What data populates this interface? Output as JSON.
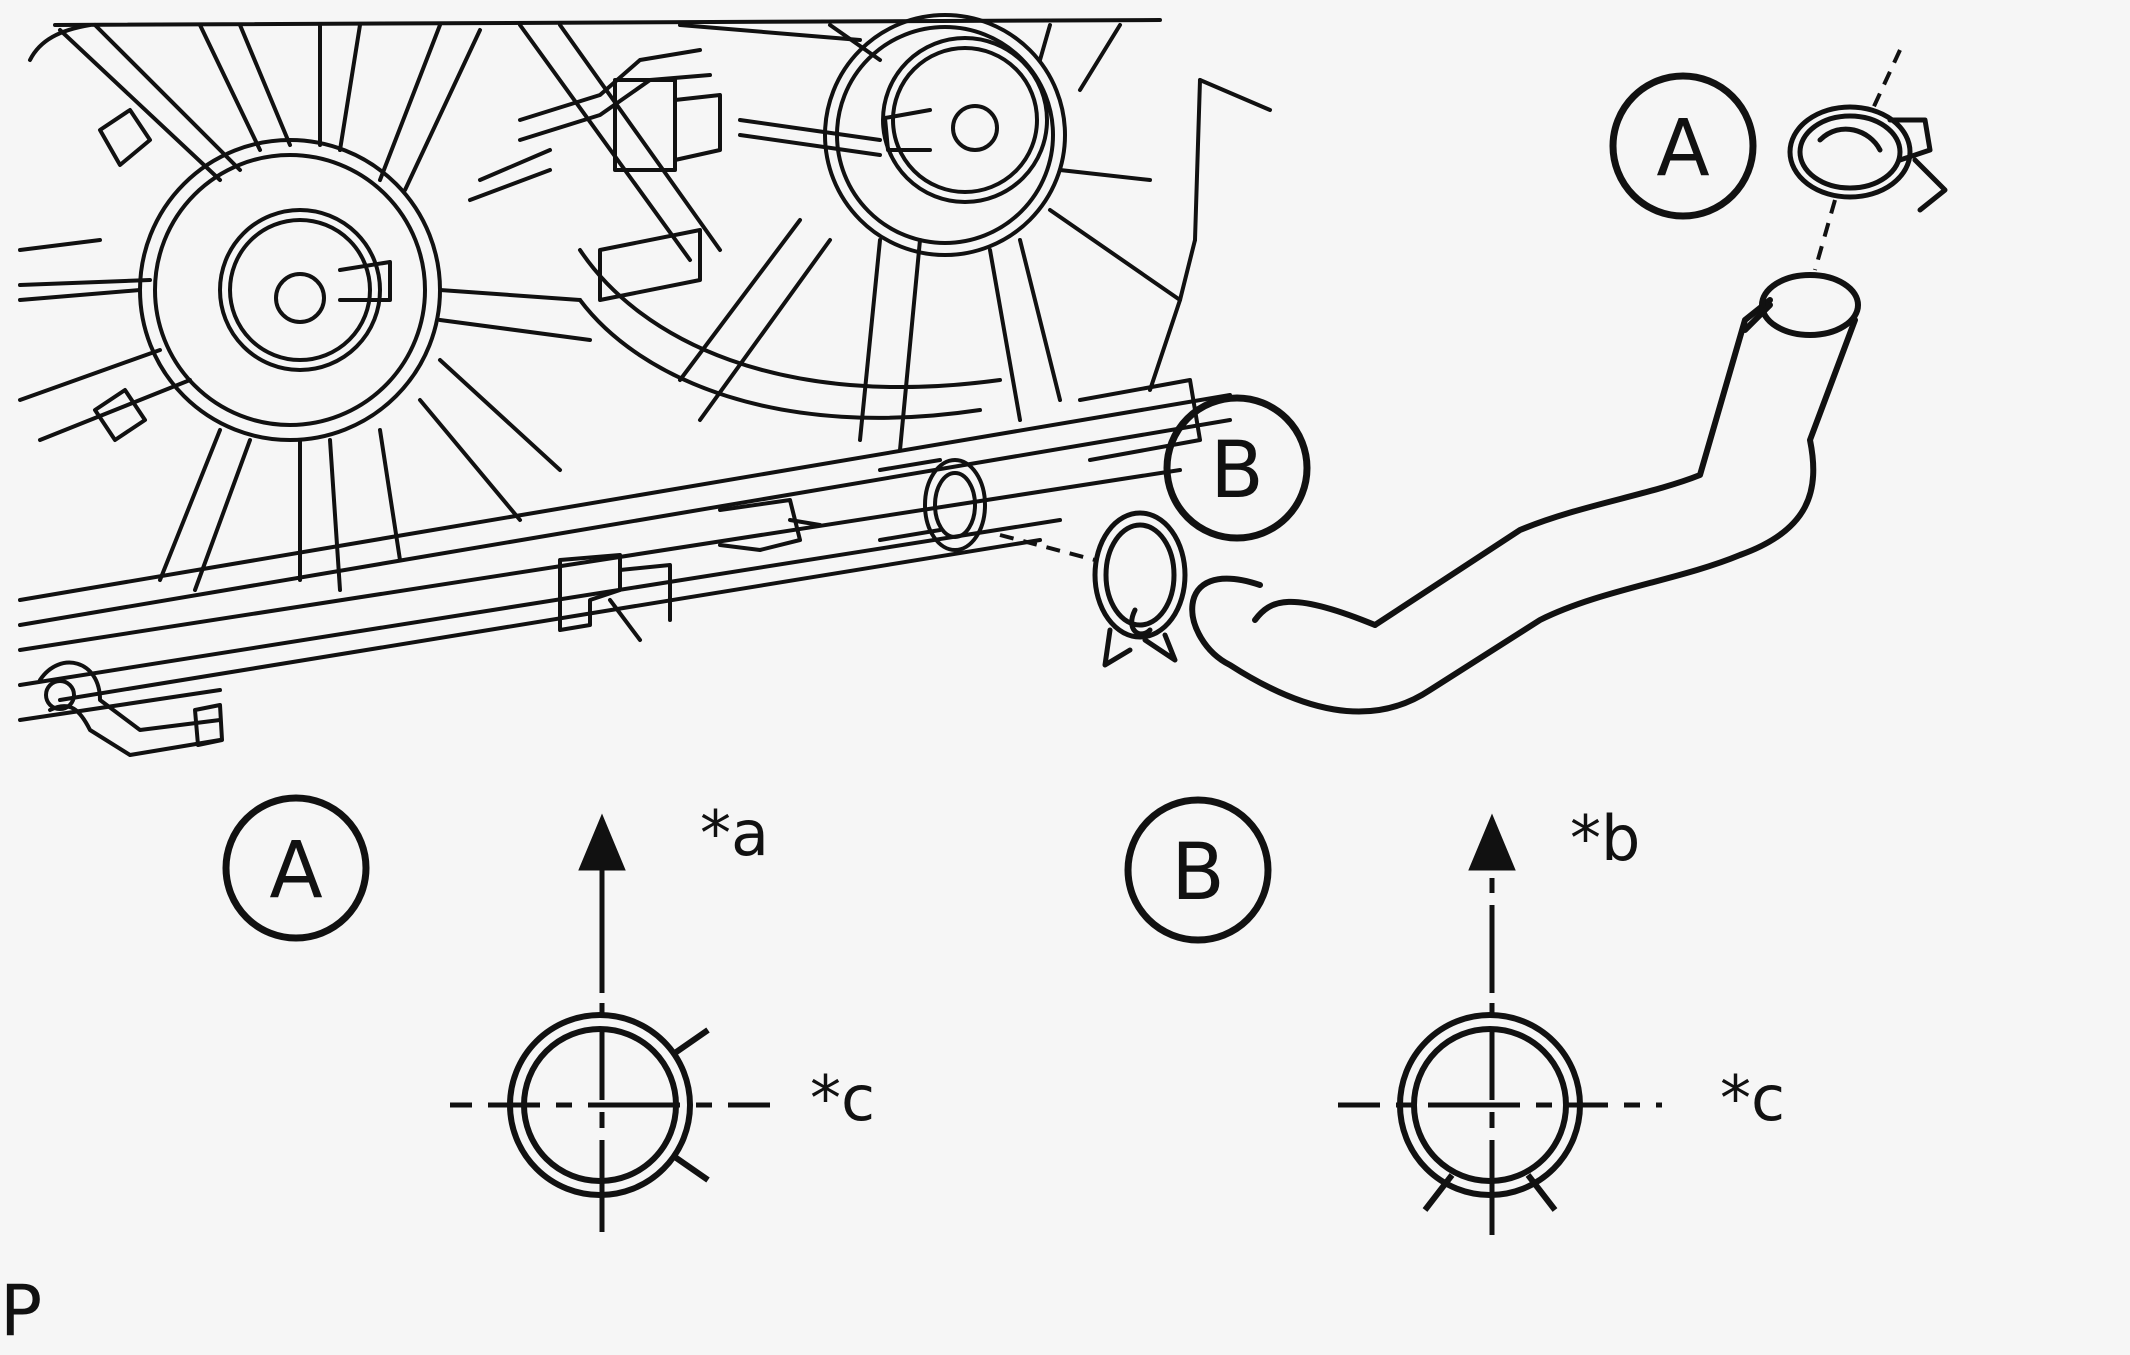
{
  "callouts": {
    "top_a": "A",
    "top_b": "B",
    "detail_a": "A",
    "detail_b": "B"
  },
  "notes": {
    "a": "*a",
    "b": "*b",
    "c_left": "*c",
    "c_right": "*c"
  },
  "footer": {
    "mark": "P"
  },
  "colors": {
    "line": "#111111",
    "background": "#f6f6f6"
  }
}
